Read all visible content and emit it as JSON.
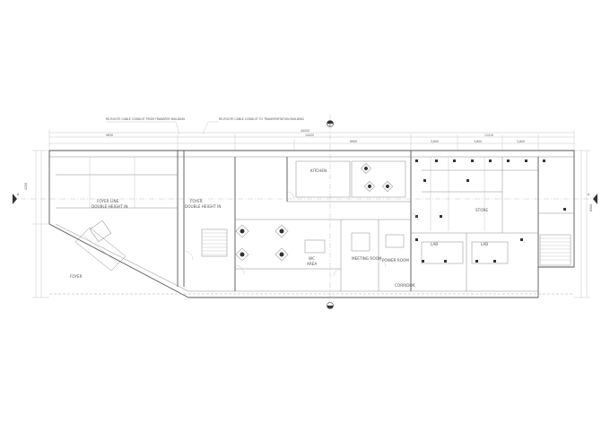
{
  "drawing": {
    "notes": {
      "top_left": "RE-ROUTE CABLE CONDUIT FROM TRANSFER BUILDING",
      "top_right": "RE-ROUTE CABLE CONDUIT TO TRANSPORTATION BUILDING"
    },
    "dimensions": {
      "top_overall": "44420",
      "left_seg": "9630",
      "mid_seg": "14420",
      "right_seg": "6900",
      "far_right_seg": "11410",
      "right_sub_a": "3,800",
      "right_sub_b": "3,800",
      "right_sub_c": "3,800",
      "left_height": "4200",
      "right_height": "6500"
    },
    "section_markers": {
      "top": "B",
      "bottom": "B",
      "left": "A",
      "right": "A"
    },
    "rooms": {
      "lobby": "FOYER",
      "double_height_left_a": "FOYER LINE",
      "double_height_left_b": "DOUBLE HEIGHT IN",
      "double_height_mid_a": "FOYER",
      "double_height_mid_b": "DOUBLE HEIGHT IN",
      "kitchen": "KITCHEN",
      "meeting_room": "MEETING ROOM",
      "power_room": "POWER ROOM",
      "wc": "WC",
      "area": "AREA",
      "store": "STORE",
      "lab_a": "LAB",
      "lab_b": "LAB",
      "corridor": "CORRIDOR",
      "foyer_label": "FOYER"
    }
  }
}
